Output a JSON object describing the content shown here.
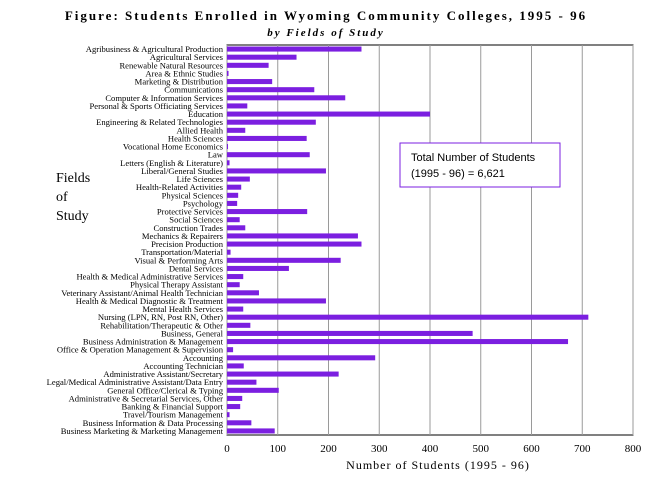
{
  "chart_data": {
    "type": "bar",
    "orientation": "horizontal",
    "title": "Figure:  Students Enrolled in Wyoming Community Colleges, 1995 - 96",
    "subtitle": "by Fields of Study",
    "ylabel_lines": [
      "Fields",
      "of",
      "Study"
    ],
    "xlabel": "Number of Students (1995 - 96)",
    "xlim": [
      0,
      800
    ],
    "xticks": [
      0,
      100,
      200,
      300,
      400,
      500,
      600,
      700,
      800
    ],
    "grid": true,
    "bar_color": "#7b1fe0",
    "annotation": [
      "Total Number of Students",
      "(1995 - 96) = 6,621"
    ],
    "categories": [
      "Agribusiness & Agricultural Production",
      "Agricultural Services",
      "Renewable Natural Resources",
      "Area & Ethnic Studies",
      "Marketing & Distribution",
      "Communications",
      "Computer & Information Services",
      "Personal & Sports Officiating Services",
      "Education",
      "Engineering & Related Technologies",
      "Allied Health",
      "Health Sciences",
      "Vocational Home Economics",
      "Law",
      "Letters (English & Literature)",
      "Liberal/General Studies",
      "Life Sciences",
      "Health-Related Activities",
      "Physical Sciences",
      "Psychology",
      "Protective Services",
      "Social Sciences",
      "Construction Trades",
      "Mechanics & Repairers",
      "Precision Production",
      "Transportation/Material",
      "Visual & Performing Arts",
      "Dental Services",
      "Health & Medical Administrative Services",
      "Physical Therapy Assistant",
      "Veterinary Assistant/Animal Health Technician",
      "Health & Medical Diagnostic & Treatment",
      "Mental Health Services",
      "Nursing (LPN, RN, Post RN, Other)",
      "Rehabilitation/Therapeutic & Other",
      "Business, General",
      "Business Administration & Management",
      "Office & Operation Management & Supervision",
      "Accounting",
      "Accounting Technician",
      "Administrative Assistant/Secretary",
      "Legal/Medical Administrative Assistant/Data Entry",
      "General Office/Clerical & Typing",
      "Administrative & Secretarial Services, Other",
      "Banking & Financial Support",
      "Travel/Tourism Management",
      "Business Information & Data Processing",
      "Business Marketing & Marketing Management"
    ],
    "values": [
      265,
      137,
      82,
      3,
      89,
      172,
      233,
      40,
      400,
      175,
      36,
      157,
      2,
      163,
      5,
      195,
      45,
      28,
      22,
      20,
      158,
      25,
      36,
      258,
      265,
      7,
      224,
      122,
      32,
      25,
      63,
      195,
      32,
      712,
      46,
      484,
      672,
      12,
      292,
      33,
      220,
      58,
      102,
      30,
      26,
      5,
      48,
      94
    ]
  }
}
